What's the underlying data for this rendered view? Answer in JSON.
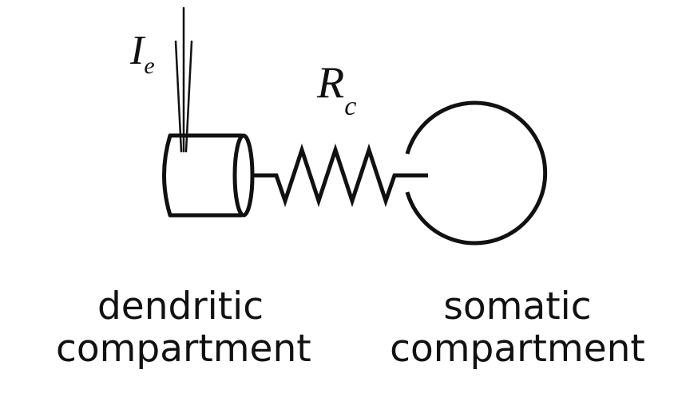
{
  "diagram": {
    "electrode": {
      "symbol": "I",
      "subscript": "e"
    },
    "resistor": {
      "symbol": "R",
      "subscript": "c"
    },
    "dendritic": {
      "line1": "dendritic",
      "line2": "compartment"
    },
    "somatic": {
      "line1": "somatic",
      "line2": "compartment"
    },
    "colors": {
      "stroke": "#111111",
      "background": "#ffffff"
    }
  }
}
